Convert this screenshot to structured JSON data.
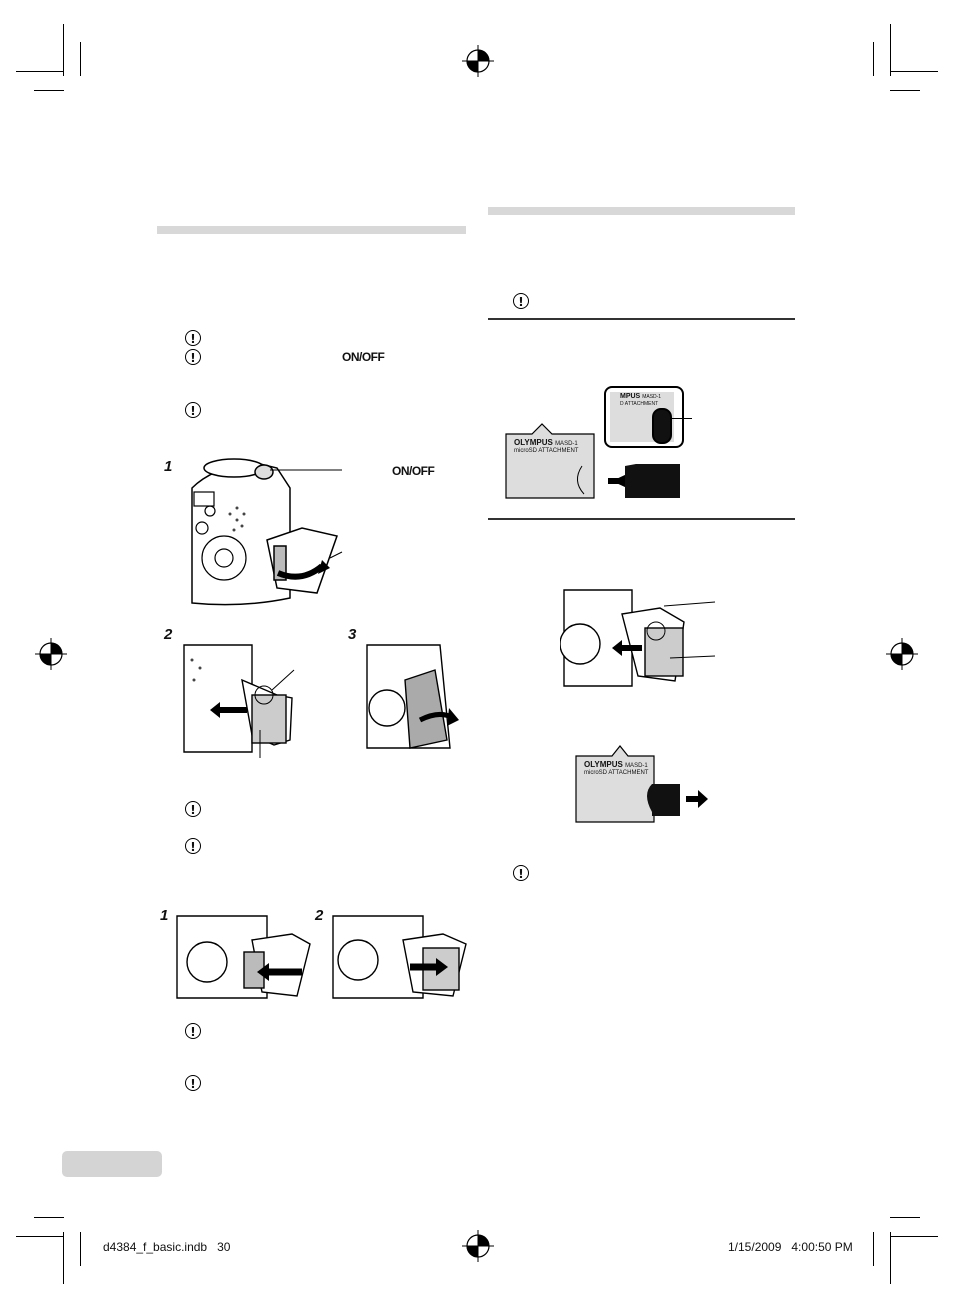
{
  "labels": {
    "onoff_1": "ON/OFF",
    "onoff_2": "ON/OFF"
  },
  "steps": {
    "left_top": [
      "1",
      "2",
      "3"
    ],
    "left_bottom": [
      "1",
      "2"
    ]
  },
  "adapter": {
    "brand": "OLYMPUS",
    "model": "MASD-1",
    "line2": "microSD ATTACHMENT",
    "zoom_brand": "MPUS",
    "zoom_model": "MASD-1",
    "zoom_line2": "D ATTACHMENT"
  },
  "footer": {
    "file": "d4384_f_basic.indb   30",
    "timestamp": "1/15/2009   4:00:50 PM"
  },
  "icons": {
    "caution": "caution-icon",
    "registration": "registration-mark-icon"
  }
}
